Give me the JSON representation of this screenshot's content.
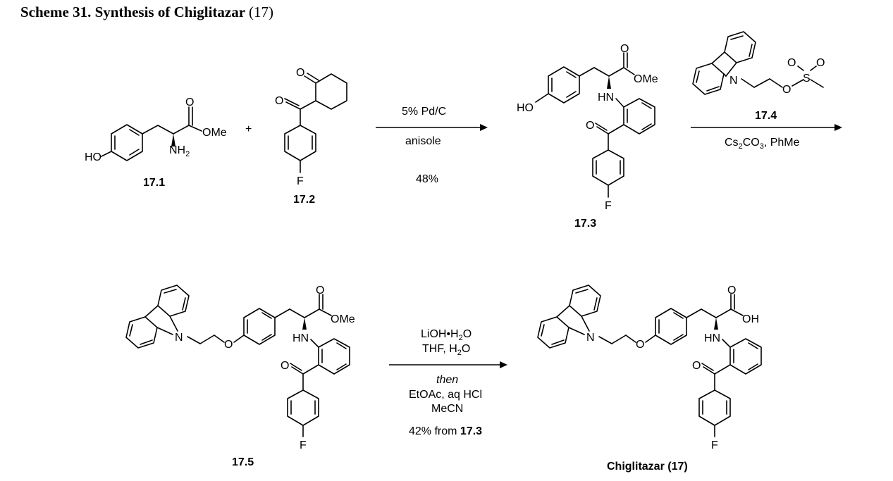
{
  "title": {
    "prefix": "Scheme 31. Synthesis of Chiglitazar",
    "number": "(17)"
  },
  "compounds": {
    "c171": {
      "label": "17.1",
      "atoms": {
        "ho": "HO",
        "nh2": "NH",
        "nh2_sub": "2",
        "o": "O",
        "ome": "OMe"
      }
    },
    "c172": {
      "label": "17.2",
      "atoms": {
        "o_ring": "O",
        "o_keto": "O",
        "f": "F"
      }
    },
    "c173": {
      "label": "17.3",
      "atoms": {
        "ho": "HO",
        "o": "O",
        "ome": "OMe",
        "hn": "HN",
        "o_keto": "O",
        "f": "F"
      }
    },
    "c174": {
      "label": "17.4",
      "atoms": {
        "n": "N",
        "o": "O",
        "s": "S",
        "o1": "O",
        "o2": "O"
      }
    },
    "c175": {
      "label": "17.5",
      "atoms": {
        "n": "N",
        "o_ether": "O",
        "o": "O",
        "ome": "OMe",
        "hn": "HN",
        "o_keto": "O",
        "f": "F"
      }
    },
    "c17": {
      "label": "Chiglitazar (17)",
      "atoms": {
        "n": "N",
        "o_ether": "O",
        "o": "O",
        "oh": "OH",
        "hn": "HN",
        "o_keto": "O",
        "f": "F"
      }
    }
  },
  "plus": "+",
  "steps": {
    "step1": {
      "above": "5% Pd/C",
      "below": "anisole",
      "yield": "48%"
    },
    "step2": {
      "reagent_label": "17.4",
      "below_a": "Cs",
      "below_sub": "2",
      "below_b": "CO",
      "below_sub2": "3",
      "below_c": ", PhMe"
    },
    "step3": {
      "line1_a": "LiOH•H",
      "line1_sub": "2",
      "line1_b": "O",
      "line2_a": "THF, H",
      "line2_sub": "2",
      "line2_b": "O",
      "then": "then",
      "line3": "EtOAc, aq HCl",
      "line4": "MeCN",
      "yield_a": "42% from ",
      "yield_b": "17.3"
    }
  }
}
